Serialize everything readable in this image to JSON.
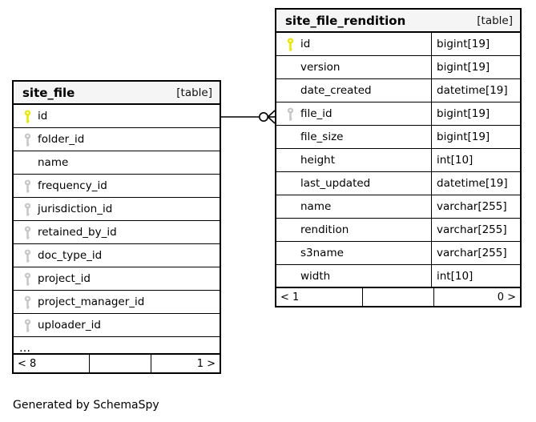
{
  "diagram": {
    "type": "entity-relationship-diagram",
    "caption": "Generated by SchemaSpy",
    "background": "#ffffff",
    "pk_key_color": "#e8e800",
    "fk_key_color": "#c8c8c8",
    "header_bg": "#f5f5f5",
    "border_color": "#000000"
  },
  "tables": [
    {
      "id": "site_file",
      "name": "site_file",
      "tag": "[table]",
      "has_type_column": false,
      "truncated": true,
      "ellipsis": "…",
      "columns": [
        {
          "name": "id",
          "key": "primary"
        },
        {
          "name": "folder_id",
          "key": "foreign"
        },
        {
          "name": "name",
          "key": "none"
        },
        {
          "name": "frequency_id",
          "key": "foreign"
        },
        {
          "name": "jurisdiction_id",
          "key": "foreign"
        },
        {
          "name": "retained_by_id",
          "key": "foreign"
        },
        {
          "name": "doc_type_id",
          "key": "foreign"
        },
        {
          "name": "project_id",
          "key": "foreign"
        },
        {
          "name": "project_manager_id",
          "key": "foreign"
        },
        {
          "name": "uploader_id",
          "key": "foreign"
        }
      ],
      "footer": {
        "left": "< 8",
        "middle": "",
        "right": "1 >"
      }
    },
    {
      "id": "site_file_rendition",
      "name": "site_file_rendition",
      "tag": "[table]",
      "has_type_column": true,
      "truncated": false,
      "columns": [
        {
          "name": "id",
          "type": "bigint[19]",
          "key": "primary"
        },
        {
          "name": "version",
          "type": "bigint[19]",
          "key": "none"
        },
        {
          "name": "date_created",
          "type": "datetime[19]",
          "key": "none"
        },
        {
          "name": "file_id",
          "type": "bigint[19]",
          "key": "foreign"
        },
        {
          "name": "file_size",
          "type": "bigint[19]",
          "key": "none"
        },
        {
          "name": "height",
          "type": "int[10]",
          "key": "none"
        },
        {
          "name": "last_updated",
          "type": "datetime[19]",
          "key": "none"
        },
        {
          "name": "name",
          "type": "varchar[255]",
          "key": "none"
        },
        {
          "name": "rendition",
          "type": "varchar[255]",
          "key": "none"
        },
        {
          "name": "s3name",
          "type": "varchar[255]",
          "key": "none"
        },
        {
          "name": "width",
          "type": "int[10]",
          "key": "none"
        }
      ],
      "footer": {
        "left": "< 1",
        "middle": "",
        "right": "0 >"
      }
    }
  ],
  "relationships": [
    {
      "from_table": "site_file",
      "from_column": "id",
      "to_table": "site_file_rendition",
      "to_column": "file_id",
      "from_cardinality": "zero-or-one",
      "to_cardinality": "many",
      "notation": "crows-foot"
    }
  ]
}
